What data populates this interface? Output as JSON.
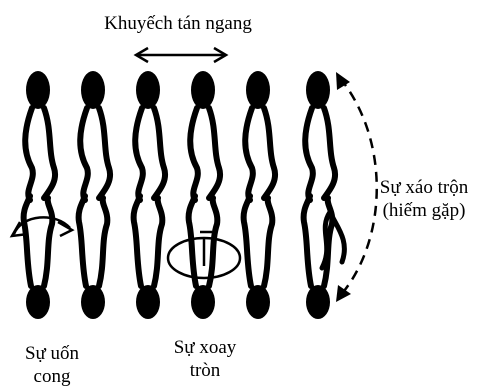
{
  "labels": {
    "lateral_diffusion": "Khuyếch tán ngang",
    "flip_flop_line1": "Sự xáo trộn",
    "flip_flop_line2": "(hiếm gặp)",
    "flexion_line1": "Sự uốn",
    "flexion_line2": "cong",
    "rotation_line1": "Sự xoay",
    "rotation_line2": "tròn"
  },
  "colors": {
    "ink": "#000000",
    "background": "#ffffff"
  }
}
